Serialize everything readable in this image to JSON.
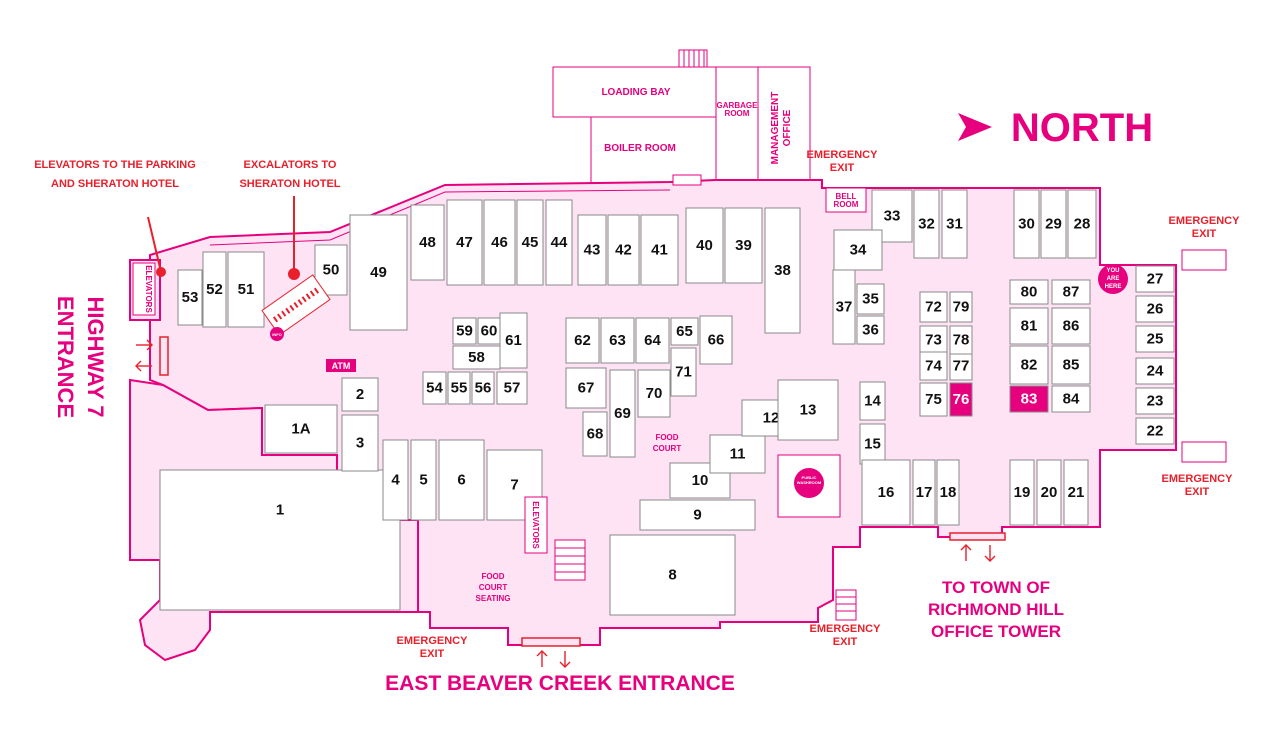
{
  "colors": {
    "accent": "#e6007e",
    "floor": "#fde3f3",
    "highlight": "#e6007e",
    "marker": "#e8202c"
  },
  "north": {
    "label": "NORTH",
    "icon": "north-arrow-icon"
  },
  "callouts": {
    "elevators_parking": [
      "ELEVATORS TO THE PARKING",
      "AND SHERATON HOTEL"
    ],
    "excalators_sheraton": [
      "EXCALATORS TO",
      "SHERATON HOTEL"
    ]
  },
  "entrances": {
    "highway7": [
      "HIGHWAY 7",
      "ENTRANCE"
    ],
    "east_beaver_creek": "EAST BEAVER CREEK ENTRANCE",
    "richmond_hill": [
      "TO TOWN OF",
      "RICHMOND HILL",
      "OFFICE TOWER"
    ]
  },
  "emergency_exit": [
    "EMERGENCY",
    "EXIT"
  ],
  "services": {
    "loading_bay": "LOADING BAY",
    "boiler_room": "BOILER ROOM",
    "garbage_room": [
      "GARBAGE",
      "ROOM"
    ],
    "management_office": [
      "MANAGEMENT",
      "OFFICE"
    ],
    "bell_room": [
      "BELL",
      "ROOM"
    ],
    "elevators": "ELEVATORS",
    "atm": "ATM",
    "info": "INFO",
    "you_are_here": [
      "YOU",
      "ARE",
      "HERE"
    ],
    "public_washroom": [
      "PUBLIC",
      "WASHROOM"
    ],
    "food_court": [
      "FOOD",
      "COURT"
    ],
    "food_court_seating": [
      "FOOD",
      "COURT",
      "SEATING"
    ]
  },
  "units": [
    "1",
    "1A",
    "2",
    "3",
    "4",
    "5",
    "6",
    "7",
    "8",
    "9",
    "10",
    "11",
    "12",
    "13",
    "14",
    "15",
    "16",
    "17",
    "18",
    "19",
    "20",
    "21",
    "22",
    "23",
    "24",
    "25",
    "26",
    "27",
    "28",
    "29",
    "30",
    "31",
    "32",
    "33",
    "34",
    "35",
    "36",
    "37",
    "38",
    "39",
    "40",
    "41",
    "42",
    "43",
    "44",
    "45",
    "46",
    "47",
    "48",
    "49",
    "50",
    "51",
    "52",
    "53",
    "54",
    "55",
    "56",
    "57",
    "58",
    "59",
    "60",
    "61",
    "62",
    "63",
    "64",
    "65",
    "66",
    "67",
    "68",
    "69",
    "70",
    "71",
    "72",
    "73",
    "74",
    "75",
    "76",
    "77",
    "78",
    "79",
    "80",
    "81",
    "82",
    "83",
    "84",
    "85",
    "86",
    "87"
  ],
  "highlighted_units": [
    "76",
    "83"
  ]
}
